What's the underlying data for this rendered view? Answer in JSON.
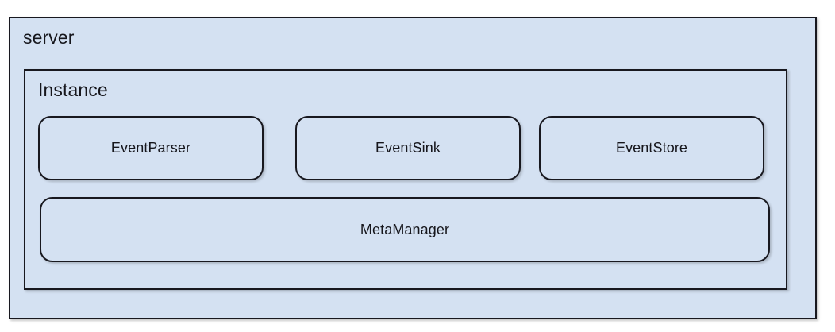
{
  "diagram": {
    "title": "server",
    "background_color": "#ffffff",
    "node_fill_color": "#d4e1f2",
    "node_border_color": "#18181f",
    "text_color": "#16161c",
    "containers": [
      {
        "id": "server",
        "label": "server",
        "shape": "rectangle",
        "children": [
          "instance"
        ]
      },
      {
        "id": "instance",
        "label": "Instance",
        "shape": "rectangle",
        "children": [
          "event-parser",
          "event-sink",
          "event-store",
          "meta-manager"
        ]
      }
    ],
    "components": [
      {
        "id": "event-parser",
        "label": "EventParser",
        "shape": "rounded-rectangle",
        "row": 1,
        "column": 1
      },
      {
        "id": "event-sink",
        "label": "EventSink",
        "shape": "rounded-rectangle",
        "row": 1,
        "column": 2
      },
      {
        "id": "event-store",
        "label": "EventStore",
        "shape": "rounded-rectangle",
        "row": 1,
        "column": 3
      },
      {
        "id": "meta-manager",
        "label": "MetaManager",
        "shape": "rounded-rectangle",
        "row": 2,
        "column": 1
      }
    ],
    "edges": []
  }
}
